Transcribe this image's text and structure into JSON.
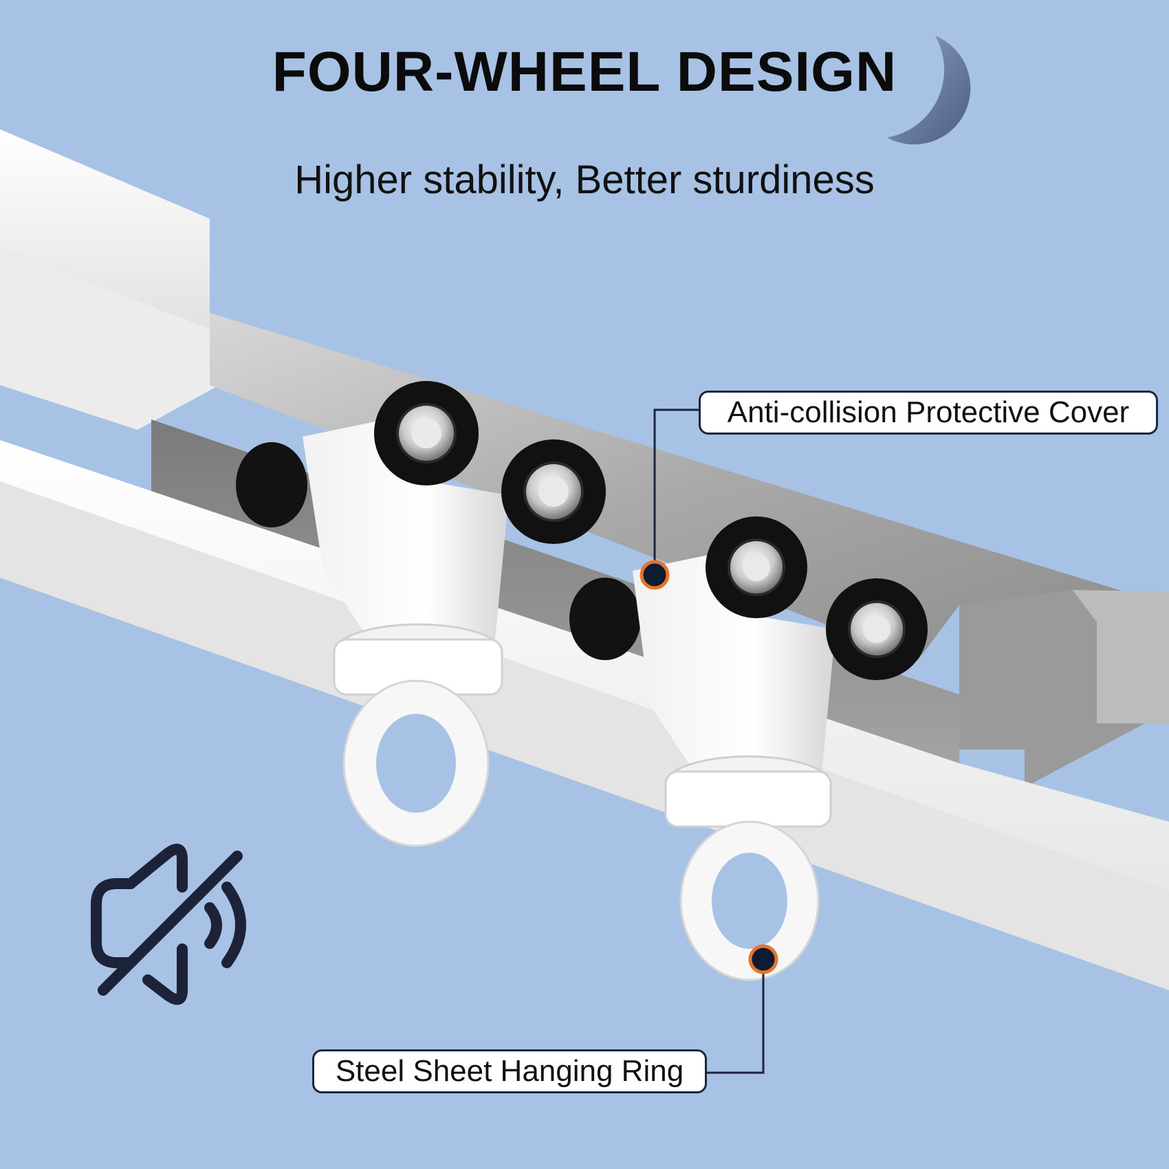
{
  "header": {
    "title": "FOUR-WHEEL DESIGN",
    "subtitle": "Higher stability, Better sturdiness"
  },
  "callouts": {
    "cover_label": "Anti-collision Protective Cover",
    "ring_label": "Steel Sheet Hanging Ring"
  },
  "icons": {
    "mute": "muted-speaker-icon"
  },
  "colors": {
    "background": "#a7c2e4",
    "leader_line": "#1a2540",
    "marker_ring": "#e8742a",
    "marker_dot": "#0d1b33",
    "wheel": "#111111",
    "track": "#f4f4f4"
  }
}
